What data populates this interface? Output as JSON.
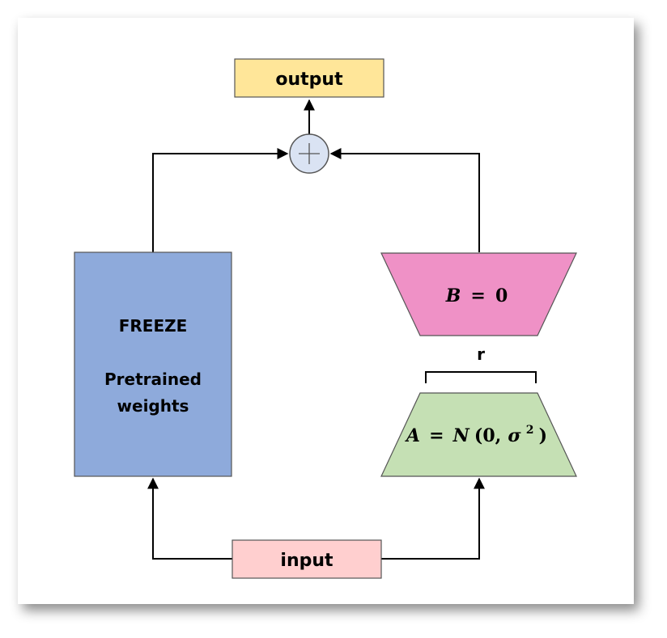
{
  "output_label": "output",
  "input_label": "input",
  "frozen_block": {
    "line1": "FREEZE",
    "line2": "Pretrained",
    "line3": "weights"
  },
  "matrix_b": {
    "var": "B",
    "eq": "=",
    "val": "0"
  },
  "matrix_a": {
    "var": "A",
    "eq": "=",
    "fn": "N",
    "args": "(0,",
    "sigma": "σ",
    "exp": "2",
    "close": ")"
  },
  "rank_label": "r",
  "colors": {
    "output_box": "#ffe699",
    "input_box": "#ffcfcf",
    "frozen_box": "#8eaadb",
    "matrix_b": "#ef91c6",
    "matrix_a": "#c5e0b4",
    "sum_node": "#dae3f3"
  },
  "icons": {
    "sum_node": "plus-circle-icon"
  }
}
